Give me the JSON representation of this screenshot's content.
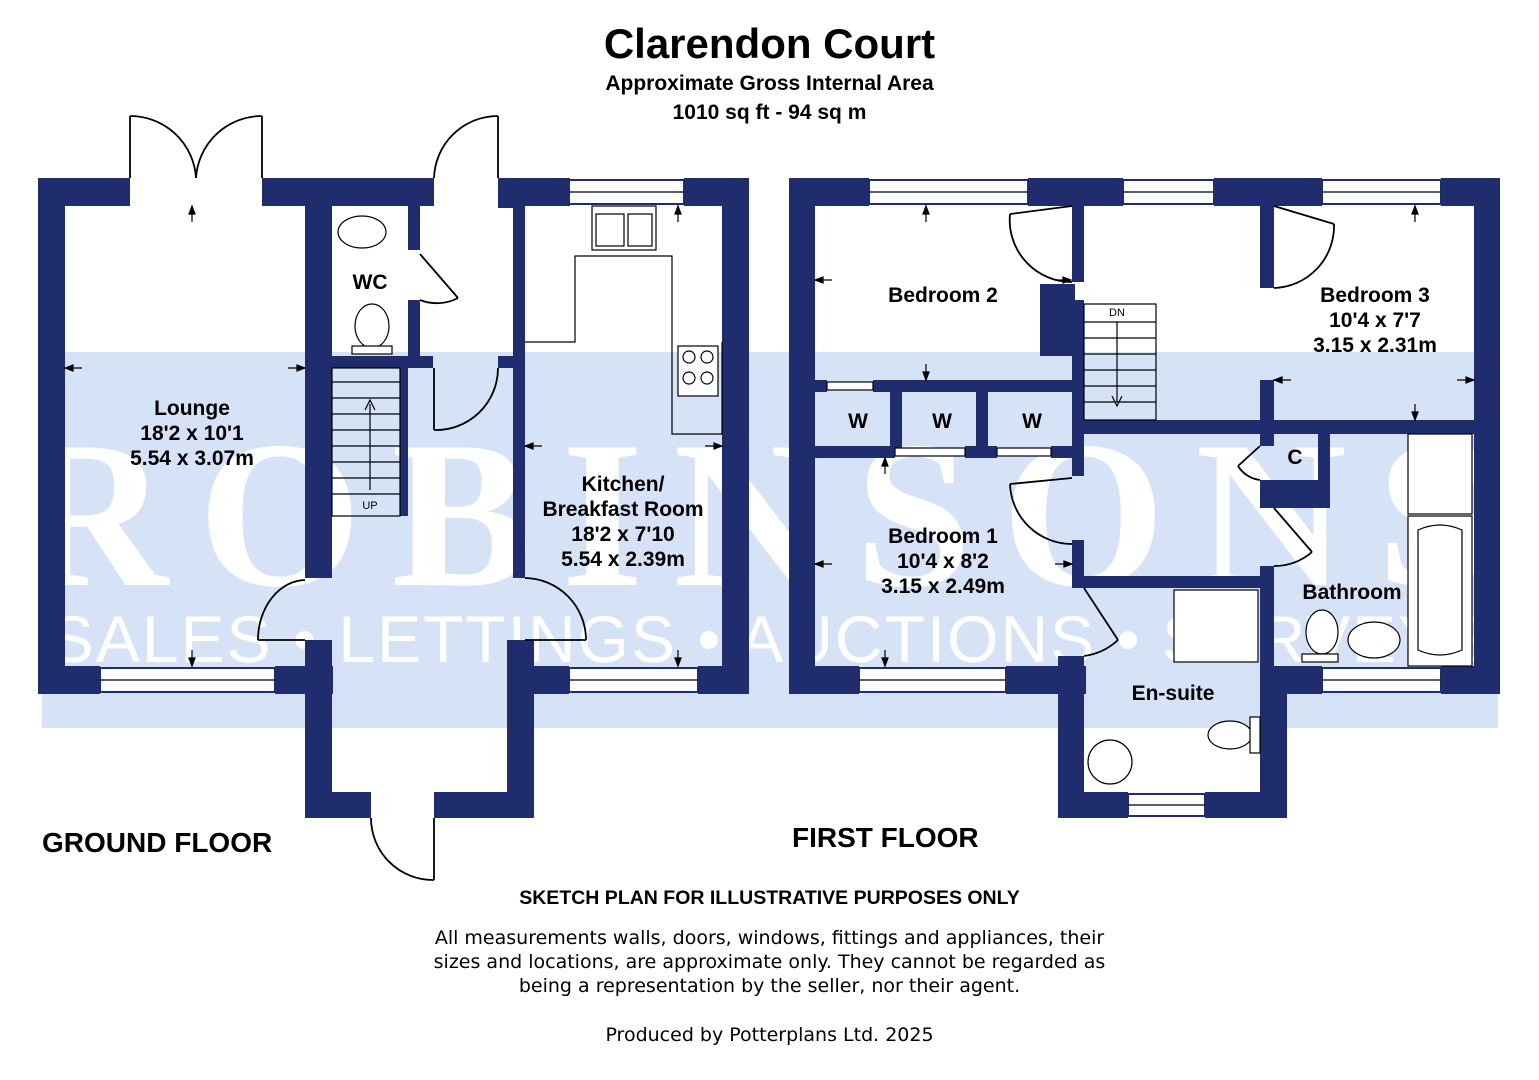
{
  "header": {
    "title": "Clarendon Court",
    "subtitle": "Approximate Gross Internal Area",
    "area": "1010 sq ft - 94 sq m"
  },
  "watermark": {
    "brand": "ROBINSONS",
    "tagline": "SALES • LETTINGS • AUCTIONS • SURVEYS"
  },
  "ground_floor": {
    "label": "GROUND FLOOR",
    "rooms": {
      "lounge": [
        "Lounge",
        "18'2 x 10'1",
        "5.54 x 3.07m"
      ],
      "wc": "WC",
      "kitchen": [
        "Kitchen/",
        "Breakfast Room",
        "18'2 x 7'10",
        "5.54 x 2.39m"
      ],
      "stairs": "UP"
    }
  },
  "first_floor": {
    "label": "FIRST FLOOR",
    "rooms": {
      "bedroom2": "Bedroom 2",
      "bedroom3": [
        "Bedroom 3",
        "10'4 x 7'7",
        "3.15 x 2.31m"
      ],
      "bedroom1": [
        "Bedroom 1",
        "10'4 x 8'2",
        "3.15 x 2.49m"
      ],
      "wardrobe": "W",
      "cupboard": "C",
      "bathroom": "Bathroom",
      "ensuite": "En-suite",
      "stairs": "DN"
    }
  },
  "footer": {
    "heading": "SKETCH PLAN FOR ILLUSTRATIVE PURPOSES ONLY",
    "disclaimer": [
      "All measurements walls, doors, windows, fittings and appliances, their",
      "sizes and locations, are approximate only. They cannot be regarded as",
      "being a representation by the seller, nor their agent."
    ],
    "credit": "Produced by Potterplans Ltd. 2025"
  },
  "colors": {
    "wall": "#1f2d6e",
    "watermark_band": "#d6e3f7",
    "watermark_text": "#ffffff",
    "text": "#000000"
  }
}
